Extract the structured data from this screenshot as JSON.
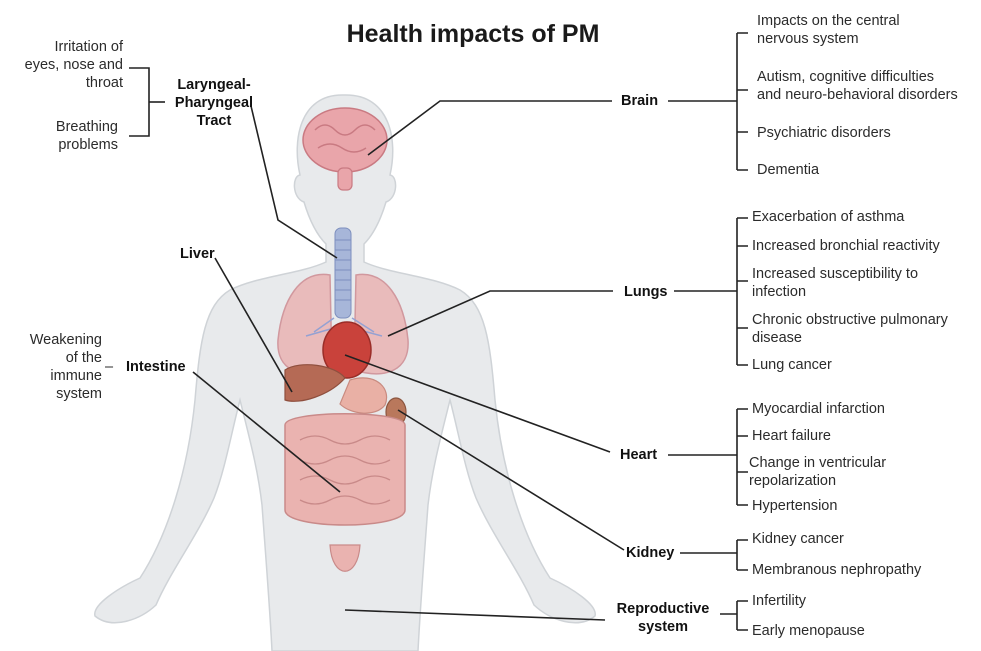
{
  "title": "Health impacts of PM",
  "colors": {
    "skin": "#e6e8ea",
    "skin_edge": "#c9cdd1",
    "organ": "#e9a3a6",
    "line": "#222222"
  },
  "left_annotations": {
    "larynx_effects": [
      "Irritation of",
      "eyes, nose and",
      "throat"
    ],
    "breathing": [
      "Breathing",
      "problems"
    ],
    "immune": [
      "Weakening",
      "of the",
      "immune",
      "system"
    ]
  },
  "organs": {
    "larynx": [
      "Laryngeal-",
      "Pharyngeal",
      "Tract"
    ],
    "liver": "Liver",
    "intestine": "Intestine",
    "brain": "Brain",
    "lungs": "Lungs",
    "heart": "Heart",
    "kidney": "Kidney",
    "reproductive": [
      "Reproductive",
      "system"
    ]
  },
  "effects": {
    "brain": [
      [
        "Impacts on the central",
        "nervous system"
      ],
      [
        "Autism, cognitive difficulties",
        "and neuro-behavioral disorders"
      ],
      [
        "Psychiatric disorders"
      ],
      [
        "Dementia"
      ]
    ],
    "lungs": [
      [
        "Exacerbation of asthma"
      ],
      [
        "Increased bronchial reactivity"
      ],
      [
        "Increased susceptibility  to",
        "infection"
      ],
      [
        "Chronic obstructive pulmonary",
        "disease"
      ],
      [
        "Lung cancer"
      ]
    ],
    "heart": [
      [
        "Myocardial infarction"
      ],
      [
        "Heart failure"
      ],
      [
        "Change in ventricular",
        "repolarization"
      ],
      [
        "Hypertension"
      ]
    ],
    "kidney": [
      [
        "Kidney cancer"
      ],
      [
        "Membranous nephropathy"
      ]
    ],
    "reproductive": [
      [
        "Infertility"
      ],
      [
        "Early menopause"
      ]
    ]
  }
}
